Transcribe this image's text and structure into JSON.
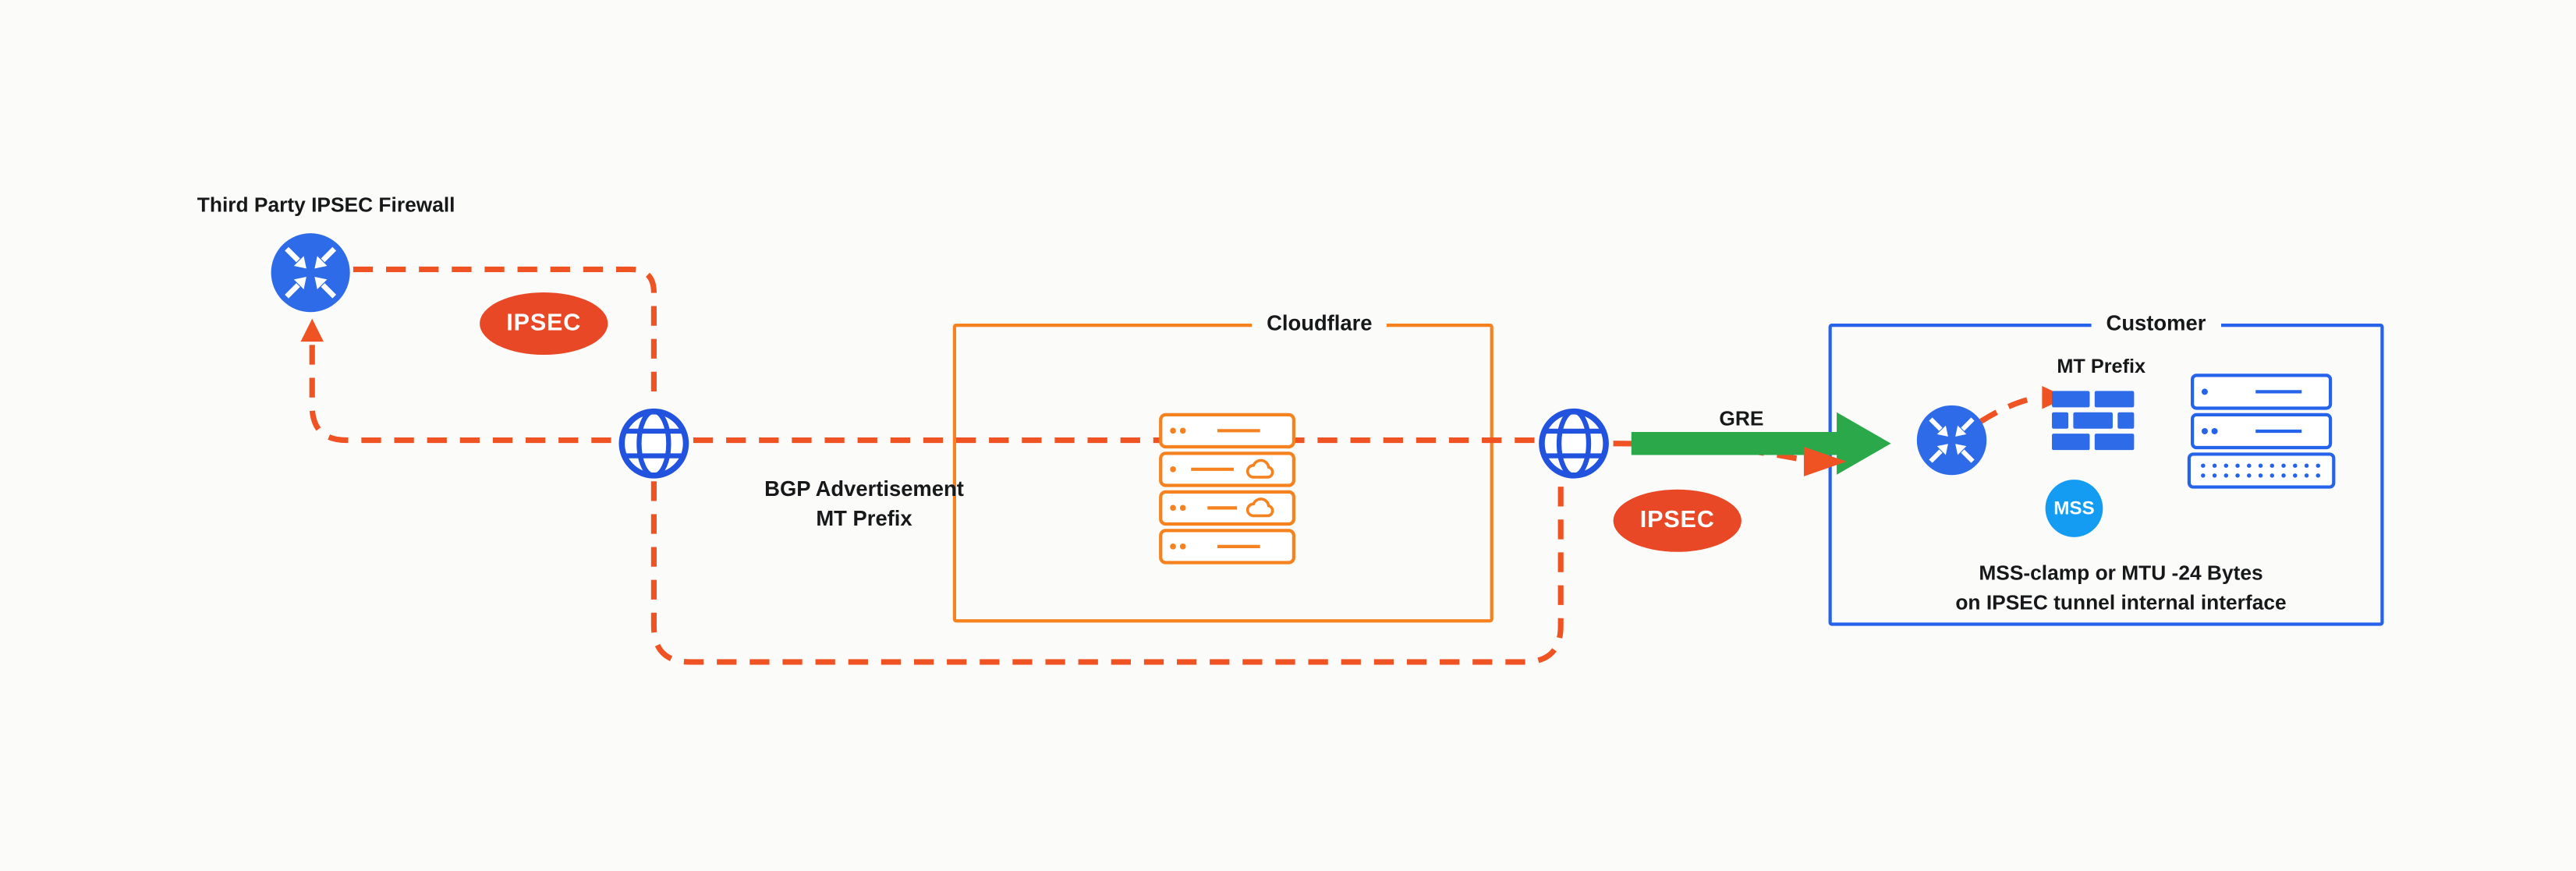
{
  "nodes": {
    "third_party_firewall": {
      "label": "Third Party IPSEC Firewall",
      "icon": "router-icon"
    },
    "internet_left": {
      "icon": "globe-icon"
    },
    "internet_right": {
      "icon": "globe-icon"
    },
    "cloudflare_box": {
      "label": "Cloudflare",
      "icon": "server-stack-icon",
      "border_color": "#F6821F"
    },
    "customer_box": {
      "label": "Customer",
      "icons": [
        "router-icon",
        "firewall-brick-icon",
        "server-stack-icon"
      ],
      "border_color": "#2563EB"
    }
  },
  "badges": {
    "ipsec_left": {
      "label": "IPSEC",
      "color": "#E94826"
    },
    "ipsec_right": {
      "label": "IPSEC",
      "color": "#E94826"
    },
    "mss": {
      "label": "MSS",
      "color": "#149BF2"
    }
  },
  "labels": {
    "bgp_advertisement": {
      "line1": "BGP Advertisement",
      "line2": "MT Prefix"
    },
    "gre": "GRE",
    "mt_prefix": "MT Prefix",
    "mss_note": {
      "line1": "MSS-clamp or MTU -24 Bytes",
      "line2": "on IPSEC tunnel internal interface"
    }
  },
  "colors": {
    "dashed_path": "#F05323",
    "cloudflare_orange": "#F6821F",
    "blue": "#2563EB",
    "green_arrow": "#2BA84A",
    "background": "#FBFBF9"
  }
}
